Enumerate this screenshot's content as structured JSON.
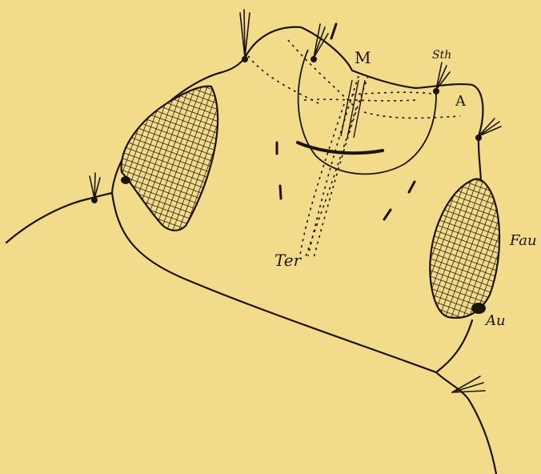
{
  "colors": {
    "paper": "#f2dc8c",
    "ink": "#1c1408"
  },
  "icons": {
    "compound_eye": "cross-hatched-oval",
    "bristle": "hair-tuft"
  },
  "labels": {
    "m": "M",
    "sth": "Sth",
    "a": "A",
    "fau": "Fau",
    "au": "Au",
    "ter": "Ter"
  }
}
